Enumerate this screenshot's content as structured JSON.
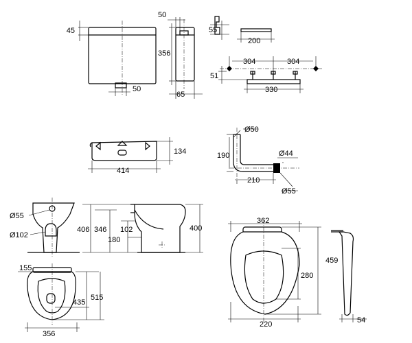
{
  "dimensions": {
    "cistern_top_offset": "45",
    "cistern_height": "356",
    "cistern_side_top": "50",
    "cistern_outlet_offset": "50",
    "cistern_side_depth": "65",
    "bracket_55": "55",
    "bracket_width": "200",
    "frame_left": "304",
    "frame_right": "304",
    "frame_offset": "51",
    "frame_width": "330",
    "lid_height": "134",
    "lid_width": "414",
    "pipe_diameter_top": "Ø50",
    "pipe_height": "190",
    "pipe_diameter_44": "Ø44",
    "pipe_length": "210",
    "pipe_diameter_55": "Ø55",
    "front_inlet_diameter": "Ø55",
    "front_outlet_diameter": "Ø102",
    "side_total_height": "406",
    "side_rim_height": "346",
    "side_outlet_height": "102",
    "side_outlet_offset": "180",
    "side_bowl_height": "400",
    "seat_width": "362",
    "seat_length": "459",
    "seat_inner": "280",
    "seat_bottom_width": "220",
    "seat_side_depth": "54",
    "plan_rear": "155",
    "plan_outlet": "435",
    "plan_length": "515",
    "plan_width": "356"
  },
  "icons": [
    "arrow-left-icon",
    "arrow-up-icon",
    "arrow-right-icon"
  ]
}
